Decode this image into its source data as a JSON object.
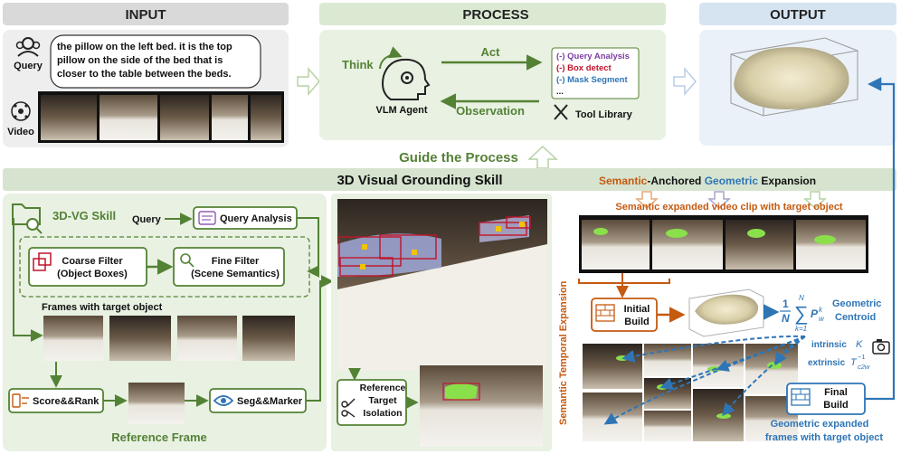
{
  "header": {
    "input": "INPUT",
    "process": "PROCESS",
    "output": "OUTPUT"
  },
  "input": {
    "query_label": "Query",
    "query_lines": [
      "the pillow on the left bed. it is the top",
      "pillow on the side of the bed that is",
      "closer to the table between the beds."
    ],
    "video_label": "Video"
  },
  "process": {
    "think": "Think",
    "act": "Act",
    "observation": "Observation",
    "agent": "VLM Agent",
    "tools": [
      "(-) Query Analysis",
      "(-) Box detect",
      "(-) Mask Segment",
      "..."
    ],
    "tool_colors": [
      "#7b3fa0",
      "#c0142a",
      "#2e75b6",
      "#111111"
    ],
    "tool_library": "Tool Library",
    "guide": "Guide the Process"
  },
  "skill": {
    "title": "3D Visual Grounding Skill",
    "name": "3D-VG Skill",
    "query": "Query",
    "query_analysis": "Query Analysis",
    "coarse_filter": [
      "Coarse Filter",
      "(Object Boxes)"
    ],
    "fine_filter": [
      "Fine Filter",
      "(Scene Semantics)"
    ],
    "frames_label": "Frames with target object",
    "score_rank": "Score&&Rank",
    "seg_marker": "Seg&&Marker",
    "reference_frame": "Reference Frame",
    "reference_isolation": [
      "Reference",
      "Target",
      "Isolation"
    ],
    "temporal_expansion": "Semantic Temporal Expansion"
  },
  "expansion": {
    "title_semantic": "Semantic",
    "title_mid": "-Anchored ",
    "title_geometric": "Geometric",
    "title_end": " Expansion",
    "semantic_clip": "Semantic expanded video clip with target object",
    "initial_build": [
      "Initial",
      "Build"
    ],
    "centroid_label": [
      "Geometric",
      "Centroid"
    ],
    "intrinsic": "intrinsic",
    "extrinsic": "extrinsic",
    "final_build": [
      "Final",
      "Build"
    ],
    "geo_frames": [
      "Geometric expanded",
      "frames with target object"
    ]
  },
  "colors": {
    "green": "#548235",
    "green_light": "#e8f1e2",
    "blue": "#2e75b6",
    "orange": "#c55a11",
    "gray_header": "#d9d9d9",
    "blue_header": "#d6e4f2"
  }
}
